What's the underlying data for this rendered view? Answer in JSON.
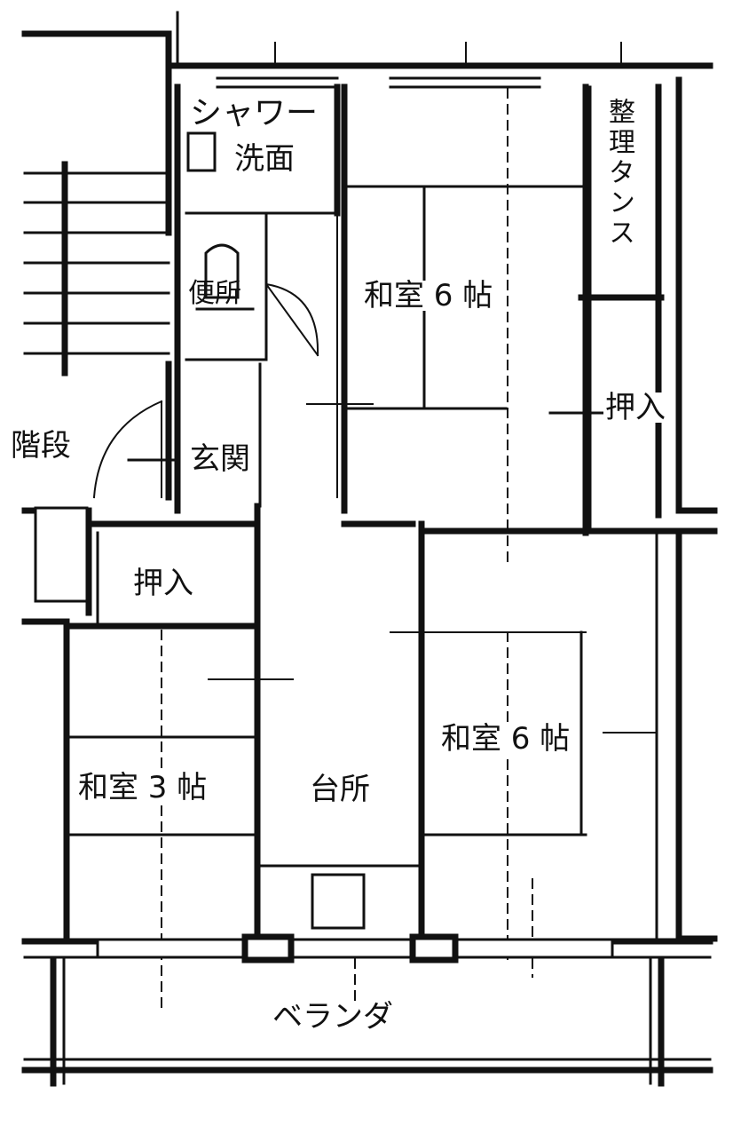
{
  "rooms": {
    "shower_washroom": {
      "line1": "シャワー",
      "line2": "洗面"
    },
    "toilet": "便所",
    "washitsu_6_north": "和室 6 帖",
    "washitsu_6_south": "和室 6 帖",
    "washitsu_3": "和室 3 帖",
    "kitchen": "台所",
    "entrance": "玄関",
    "stairs": "階段",
    "oshiire_east": "押入",
    "oshiire_west": "押入",
    "kitchen_drawer": "整理タンス",
    "veranda": "ベランダ"
  }
}
